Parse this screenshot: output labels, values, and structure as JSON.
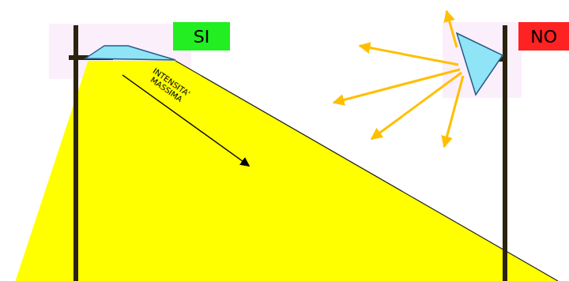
{
  "diagram": {
    "nodes": [
      {
        "text": [
          "SI"
        ]
      },
      {
        "text": [
          "NO"
        ]
      }
    ],
    "labels": [
      "INTENSITA' MASSIMA"
    ]
  }
}
